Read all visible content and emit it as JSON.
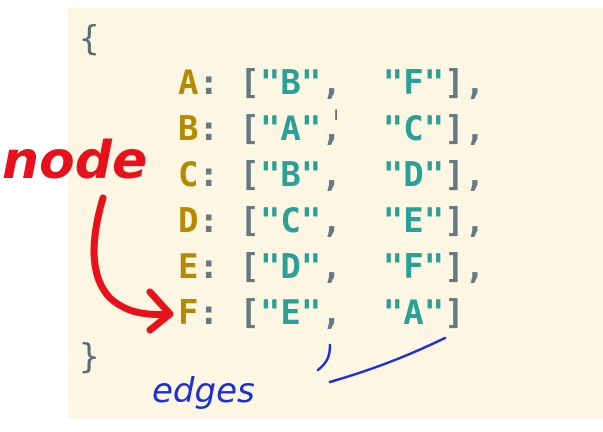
{
  "code": {
    "open_brace": "{",
    "close_brace": "}",
    "rows": [
      {
        "key": "A",
        "edges": [
          "\"B\"",
          "\"F\""
        ],
        "trail": "],"
      },
      {
        "key": "B",
        "edges": [
          "\"A\"",
          "\"C\""
        ],
        "trail": "],"
      },
      {
        "key": "C",
        "edges": [
          "\"B\"",
          "\"D\""
        ],
        "trail": "],"
      },
      {
        "key": "D",
        "edges": [
          "\"C\"",
          "\"E\""
        ],
        "trail": "],"
      },
      {
        "key": "E",
        "edges": [
          "\"D\"",
          "\"F\""
        ],
        "trail": "],"
      },
      {
        "key": "F",
        "edges": [
          "\"E\"",
          "\"A\""
        ],
        "trail": "]"
      }
    ]
  },
  "annotations": {
    "node_label": "node",
    "edges_label": "edges",
    "node_color": "#e8101a",
    "edges_color": "#1a2fd6"
  },
  "colors": {
    "background": "#fdf6e3",
    "key": "#b58900",
    "string": "#2aa198",
    "punctuation": "#586e75"
  }
}
